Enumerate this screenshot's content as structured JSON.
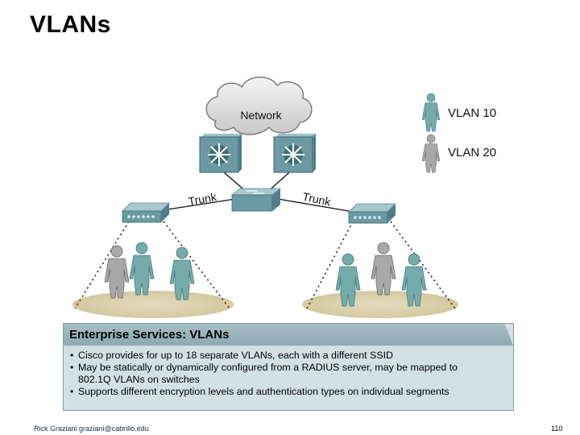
{
  "slide": {
    "title": "VLANs"
  },
  "diagram": {
    "cloud_label": "Network",
    "trunk_left": "Trunk",
    "trunk_right": "Trunk",
    "legend": [
      {
        "label": "VLAN 10",
        "color": "#6fa8a8"
      },
      {
        "label": "VLAN 20",
        "color": "#a6a6a6"
      }
    ]
  },
  "panel": {
    "title": "Enterprise Services: VLANs",
    "bullets": [
      {
        "text": "Cisco provides for up to 18 separate VLANs, each with a different SSID",
        "cont": ""
      },
      {
        "text": "May be statically or dynamically configured from a RADIUS server, may be mapped to",
        "cont": "802.1Q VLANs on switches"
      },
      {
        "text": "Supports different encryption levels and authentication types on individual segments",
        "cont": ""
      }
    ]
  },
  "footer": {
    "author": "Rick Graziani graziani@cabrillo.edu",
    "page": "110"
  },
  "colors": {
    "vlan10": "#6fa8a8",
    "vlan20": "#a6a6a6",
    "device": "#6c9aa3",
    "panel_bg": "#d3e1e5",
    "panel_header": "#9ab2ba"
  }
}
